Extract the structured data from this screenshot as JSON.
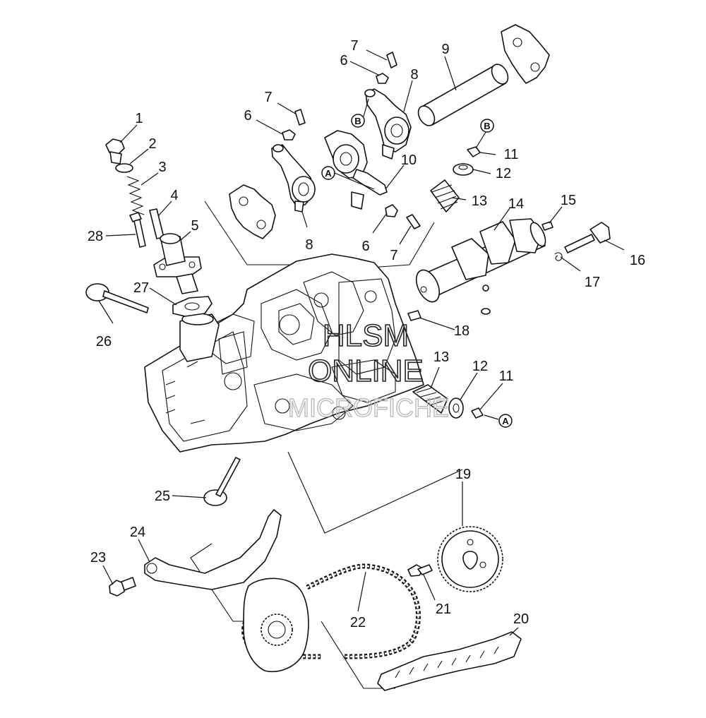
{
  "watermark": {
    "line1": "HLSM",
    "line2": "ONLINE",
    "line3": "MICROFICHE"
  },
  "reference_marks": {
    "a": "A",
    "b": "B"
  },
  "callouts": [
    "1",
    "2",
    "3",
    "4",
    "5",
    "6",
    "7",
    "8",
    "9",
    "10",
    "11",
    "12",
    "13",
    "14",
    "15",
    "16",
    "17",
    "18",
    "19",
    "20",
    "21",
    "22",
    "23",
    "24",
    "25",
    "26",
    "27",
    "28"
  ]
}
